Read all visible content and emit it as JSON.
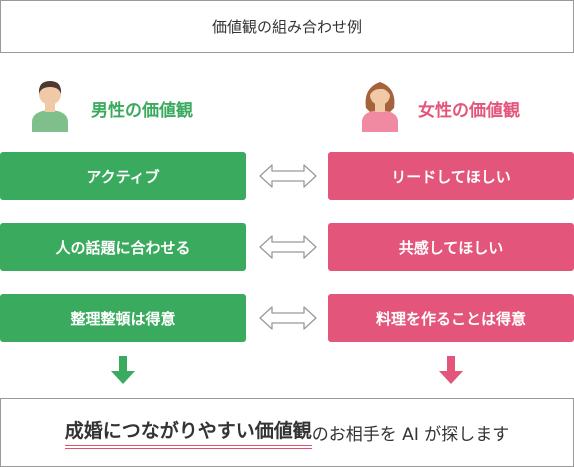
{
  "colors": {
    "male_accent": "#3aaa5e",
    "female_accent": "#e3557a",
    "border": "#9a9a9a",
    "text": "#333333"
  },
  "header": {
    "title": "価値観の組み合わせ例"
  },
  "male": {
    "icon": "man-avatar-icon",
    "heading": "男性の価値観",
    "values": [
      "アクティブ",
      "人の話題に合わせる",
      "整理整頓は得意"
    ]
  },
  "female": {
    "icon": "woman-avatar-icon",
    "heading": "女性の価値観",
    "values": [
      "リードしてほしい",
      "共感してほしい",
      "料理を作ることは得意"
    ]
  },
  "connector_icon": "double-arrow-icon",
  "result": {
    "emphasis": "成婚につながりやすい価値観",
    "rest": "のお相手を AI が探します"
  }
}
